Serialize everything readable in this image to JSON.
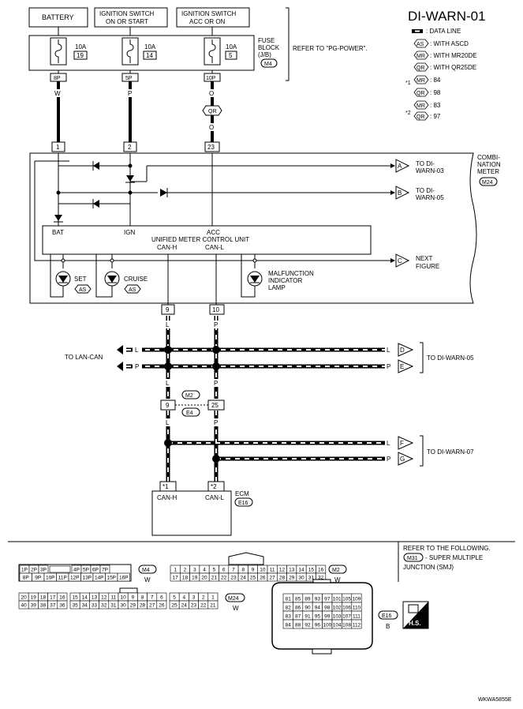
{
  "title": "DI-WARN-01",
  "legend": {
    "data_line": ": DATA LINE",
    "as_code": "AS",
    "as_text": ": WITH ASCD",
    "mr_code": "MR",
    "mr_text": ": WITH MR20DE",
    "qr_code": "QR",
    "qr_text": ": WITH QR25DE",
    "star1": "*1",
    "star1_mr": ": 84",
    "star1_qr": ": 98",
    "star2": "*2",
    "star2_mr": ": 83",
    "star2_qr": ": 97"
  },
  "power": {
    "battery": "BATTERY",
    "ign_l1": "IGNITION SWITCH",
    "ign_l2": "ON OR START",
    "acc_l1": "IGNITION SWITCH",
    "acc_l2": "ACC OR ON",
    "fuse1_amp": "10A",
    "fuse1_no": "19",
    "fuse2_amp": "10A",
    "fuse2_no": "14",
    "fuse3_amp": "10A",
    "fuse3_no": "5",
    "fb_l1": "FUSE",
    "fb_l2": "BLOCK",
    "fb_l3": "(J/B)",
    "fb_conn": "M4",
    "refer": "REFER TO \"PG-POWER\".",
    "t1": "8P",
    "t2": "5P",
    "t3": "10P",
    "w1": "W",
    "w2": "P",
    "w3a": "O",
    "w3b": "O",
    "qr_mark": "QR"
  },
  "meter": {
    "p1": "1",
    "p2": "2",
    "p3": "23",
    "name_l1": "COMBI-",
    "name_l2": "NATION",
    "name_l3": "METER",
    "conn": "M24",
    "a": "A",
    "a_l1": "TO DI-",
    "a_l2": "WARN-03",
    "b": "B",
    "b_l1": "TO DI-",
    "b_l2": "WARN-05",
    "c": "C",
    "c_l1": "NEXT",
    "c_l2": "FIGURE",
    "bat": "BAT",
    "ign": "IGN",
    "acc": "ACC",
    "unit": "UNIFIED METER CONTROL UNIT",
    "canh": "CAN-H",
    "canl": "CAN-L",
    "set": "SET",
    "cruise": "CRUISE",
    "as1": "AS",
    "as2": "AS",
    "mil_l1": "MALFUNCTION",
    "mil_l2": "INDICATOR",
    "mil_l3": "LAMP",
    "p9": "9",
    "p10": "10"
  },
  "can": {
    "l_top": "L",
    "p_top": "P",
    "to_lan": "TO LAN-CAN",
    "lan_l": "L",
    "lan_p": "P",
    "rl": "L",
    "rp": "P",
    "d": "D",
    "e": "E",
    "to_05": "TO DI-WARN-05",
    "l_mid": "L",
    "p_mid": "P",
    "m2": "M2",
    "e4": "E4",
    "j9": "9",
    "j25": "25",
    "l_bot": "L",
    "p_bot": "P",
    "fl": "L",
    "gp": "P",
    "f": "F",
    "g": "G",
    "to_07": "TO DI-WARN-07",
    "s1": "*1",
    "s2": "*2",
    "ecm": "ECM",
    "ecm_conn": "E16",
    "ecm_h": "CAN-H",
    "ecm_l": "CAN-L"
  },
  "connectors": {
    "refer_l1": "REFER TO THE FOLLOWING.",
    "m31": "M31",
    "m31_text": "- SUPER MULTIPLE",
    "junction": "JUNCTION (SMJ)",
    "m4_row1": [
      "1P",
      "2P",
      "3P",
      "4P",
      "5P",
      "6P",
      "7P"
    ],
    "m4_row2": [
      "8P",
      "9P",
      "10P",
      "11P",
      "12P",
      "13P",
      "14P",
      "15P",
      "16P"
    ],
    "m4": "M4",
    "m4_col": "W",
    "m2_row1": [
      "1",
      "2",
      "3",
      "4",
      "5",
      "6",
      "7",
      "8",
      "9",
      "10",
      "11",
      "12",
      "13",
      "14",
      "15",
      "16"
    ],
    "m2_row2": [
      "17",
      "18",
      "19",
      "20",
      "21",
      "22",
      "23",
      "24",
      "25",
      "26",
      "27",
      "28",
      "29",
      "30",
      "31",
      "32"
    ],
    "m2": "M2",
    "m2_col": "W",
    "m24_row1": [
      "20",
      "19",
      "18",
      "17",
      "16",
      "15",
      "14",
      "13",
      "12",
      "11",
      "10",
      "9",
      "8",
      "7",
      "6",
      "5",
      "4",
      "3",
      "2",
      "1"
    ],
    "m24_row2": [
      "40",
      "39",
      "38",
      "37",
      "36",
      "35",
      "34",
      "33",
      "32",
      "31",
      "30",
      "29",
      "28",
      "27",
      "26",
      "25",
      "24",
      "23",
      "22",
      "21"
    ],
    "m24": "M24",
    "m24_col": "W",
    "e16_rows": [
      [
        "81",
        "85",
        "89",
        "93",
        "97",
        "101",
        "105",
        "109"
      ],
      [
        "82",
        "86",
        "90",
        "94",
        "98",
        "102",
        "106",
        "110"
      ],
      [
        "83",
        "87",
        "91",
        "95",
        "99",
        "103",
        "107",
        "111"
      ],
      [
        "84",
        "88",
        "92",
        "96",
        "100",
        "104",
        "108",
        "112"
      ]
    ],
    "e16": "E16",
    "e16_col": "B",
    "hs": "H.S."
  },
  "code": "WKWA5855E"
}
